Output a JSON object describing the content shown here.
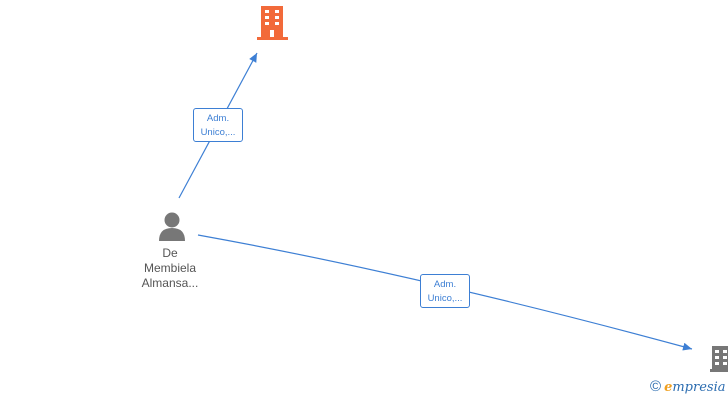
{
  "nodes": {
    "company_top": {
      "icon": "building-icon",
      "color": "#f26a3a"
    },
    "person": {
      "icon": "person-icon",
      "color": "#777777",
      "label_lines": [
        "De",
        "Membiela",
        "Almansa..."
      ]
    },
    "company_bottom": {
      "icon": "building-icon",
      "color": "#777777"
    }
  },
  "edges": [
    {
      "from": "person",
      "to": "company_top",
      "label_lines": [
        "Adm.",
        "Unico,..."
      ]
    },
    {
      "from": "person",
      "to": "company_bottom",
      "label_lines": [
        "Adm.",
        "Unico,..."
      ]
    }
  ],
  "edge_color": "#3d7fd4",
  "watermark": {
    "copyright_symbol": "©",
    "brand_initial": "e",
    "brand_rest": "mpresia"
  }
}
